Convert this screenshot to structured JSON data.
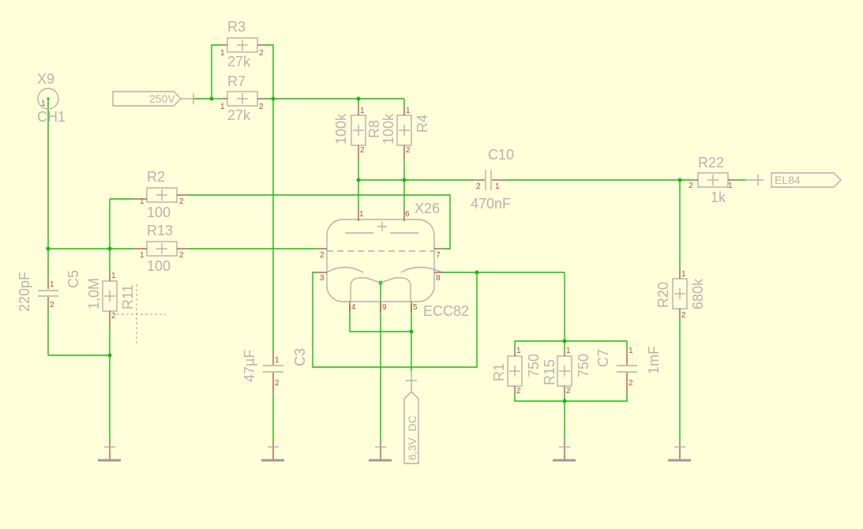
{
  "schematic": {
    "components": {
      "R3": {
        "ref": "R3",
        "value": "27k"
      },
      "R7": {
        "ref": "R7",
        "value": "27k"
      },
      "R2": {
        "ref": "R2",
        "value": "100"
      },
      "R13": {
        "ref": "R13",
        "value": "100"
      },
      "R8": {
        "ref": "R8",
        "value": "100k"
      },
      "R4": {
        "ref": "R4",
        "value": "100k"
      },
      "R11": {
        "ref": "R11",
        "value": "1,0M"
      },
      "R1": {
        "ref": "R1",
        "value": "750"
      },
      "R15": {
        "ref": "R15",
        "value": "750"
      },
      "R20": {
        "ref": "R20",
        "value": "680k"
      },
      "R22": {
        "ref": "R22",
        "value": "1k"
      },
      "C5": {
        "ref": "C5",
        "value": "220pF"
      },
      "C3": {
        "ref": "C3",
        "value": "47µF"
      },
      "C7": {
        "ref": "C7",
        "value": "1mF"
      },
      "C10": {
        "ref": "C10",
        "value": "470nF"
      },
      "X9": {
        "ref": "X9",
        "value": "CH1"
      },
      "X26": {
        "ref": "X26",
        "value": "ECC82"
      }
    },
    "ports": {
      "supply": "250V",
      "output": "EL84",
      "heater": "6,3V_DC"
    },
    "pins": {
      "one": "1",
      "two": "2",
      "tube_pin1": "1",
      "tube_pin6": "6",
      "tube_pin2": "2",
      "tube_pin7": "7",
      "tube_pin3": "3",
      "tube_pin8": "8",
      "tube_pin4": "4",
      "tube_pin9": "9",
      "tube_pin5": "5"
    },
    "colors": {
      "background": "#ffffd9",
      "wire": "#16b816",
      "lead": "#a04040",
      "symbol": "#b0b0b0",
      "label": "#b4b4b4"
    }
  }
}
